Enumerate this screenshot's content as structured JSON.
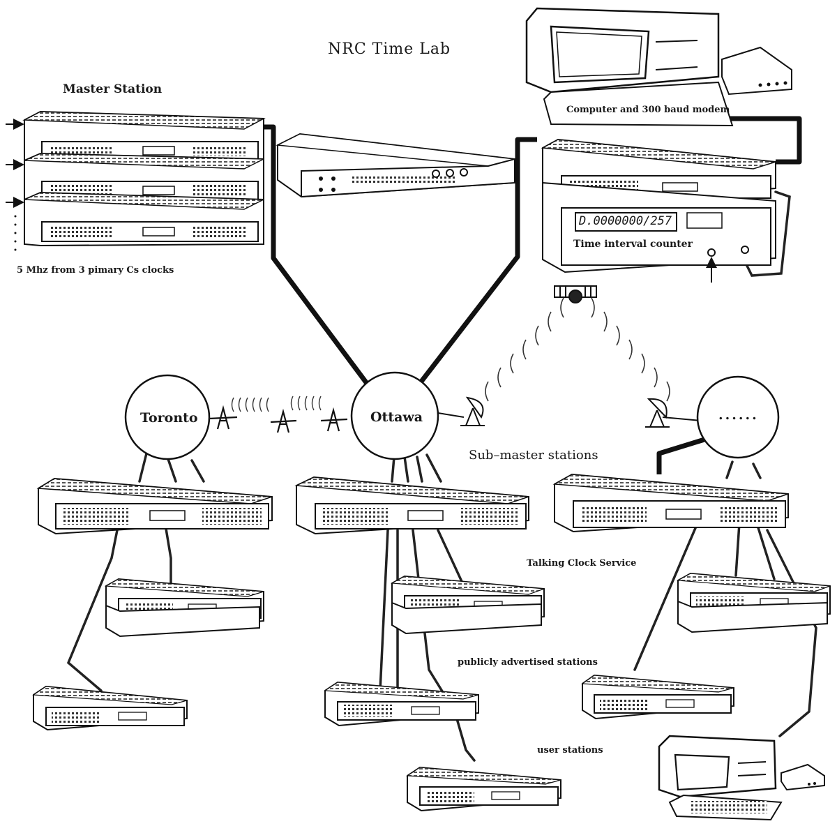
{
  "title": "NRC Time Lab",
  "master": {
    "heading": "Master Station",
    "clocks_note": "5 Mhz from 3 pimary Cs clocks"
  },
  "computer": {
    "label": "Computer and 300 baud modem"
  },
  "counter": {
    "label": "Time interval counter",
    "display": "D.0000000/257"
  },
  "nodes": {
    "left": "Toronto",
    "center": "Ottawa",
    "right": "......"
  },
  "submaster_label": "Sub–master stations",
  "tiers": {
    "talking_clock": "Talking Clock Service",
    "public": "publicly advertised stations",
    "user": "user stations"
  }
}
